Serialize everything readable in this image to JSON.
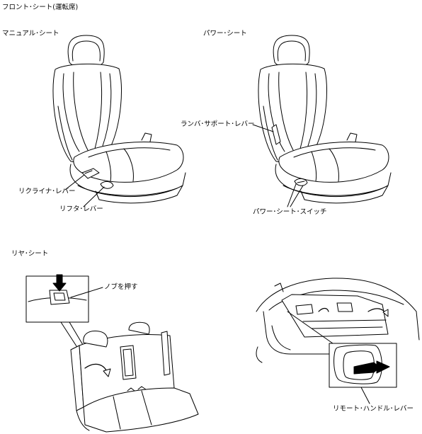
{
  "front": {
    "title": "フロント･シート(運転席)",
    "manual": {
      "title": "マニュアル･シート",
      "recliner_label": "リクライナ･レバー",
      "lifter_label": "リフタ･レバー"
    },
    "power": {
      "title": "パワー･シート",
      "lumbar_label": "ランバ･サポート･レバー",
      "switch_label": "パワー･シート･スイッチ"
    }
  },
  "rear": {
    "title": "リヤ･シート",
    "knob_label": "ノブを押す",
    "remote_label": "リモート･ハンドル･レバー"
  }
}
